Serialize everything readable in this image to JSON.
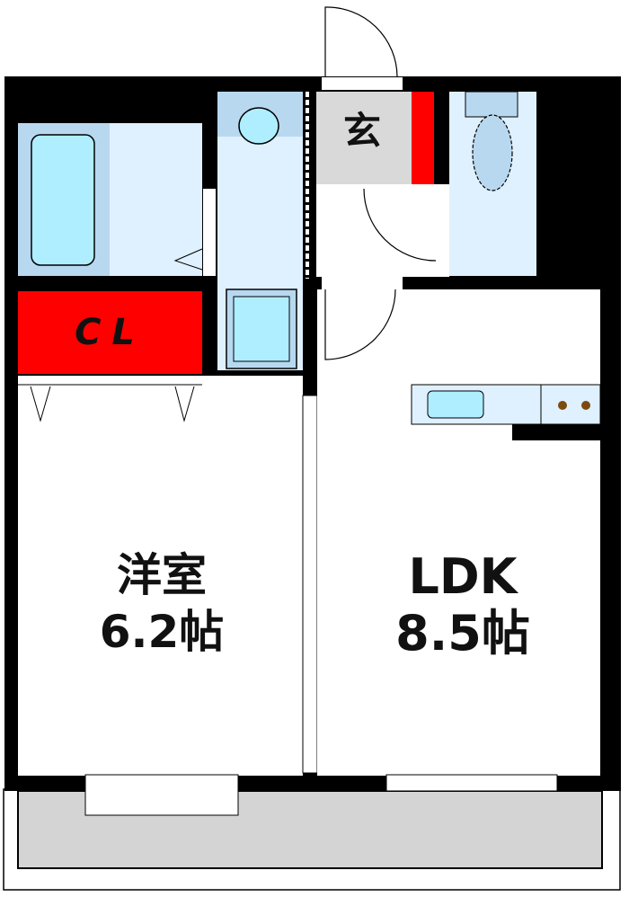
{
  "floor_plan": {
    "entrance": {
      "label": "玄"
    },
    "closet": {
      "label": "CL"
    },
    "western_room": {
      "name": "洋室",
      "size": "6.2帖"
    },
    "ldk": {
      "name": "LDK",
      "size": "8.5帖"
    }
  },
  "colors": {
    "wall": "#000000",
    "wet_area": "#dff0ff",
    "fixture": "#aeeeff",
    "fixture_frame": "#b8d8f0",
    "entrance_floor": "#d9d9d9",
    "closet": "#ff0000",
    "balcony": "#d4d4d4",
    "stove": "#7a4a10"
  }
}
